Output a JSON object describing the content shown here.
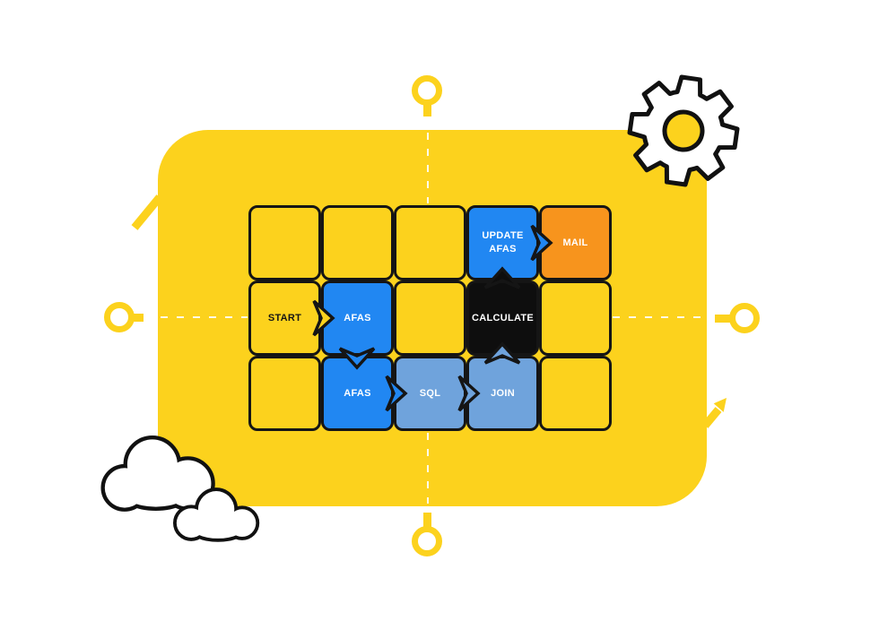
{
  "palette": {
    "background": "#FFFFFF",
    "board_yellow": "#FCD21D",
    "blue": "#2187F2",
    "light_blue": "#6FA3DC",
    "orange": "#F7941D",
    "black": "#0E0E0E",
    "outline": "#151515",
    "white": "#FFFFFF"
  },
  "grid": {
    "rows": 3,
    "cols": 5,
    "cells": [
      {
        "label": "",
        "color": "yellow"
      },
      {
        "label": "",
        "color": "yellow"
      },
      {
        "label": "",
        "color": "yellow"
      },
      {
        "label": "UPDATE AFAS",
        "color": "blue"
      },
      {
        "label": "MAIL",
        "color": "orange"
      },
      {
        "label": "START",
        "color": "yellow"
      },
      {
        "label": "AFAS",
        "color": "blue"
      },
      {
        "label": "",
        "color": "yellow"
      },
      {
        "label": "CALCULATE",
        "color": "black"
      },
      {
        "label": "",
        "color": "yellow"
      },
      {
        "label": "",
        "color": "yellow"
      },
      {
        "label": "AFAS",
        "color": "blue"
      },
      {
        "label": "SQL",
        "color": "light_blue"
      },
      {
        "label": "JOIN",
        "color": "light_blue"
      },
      {
        "label": "",
        "color": "yellow"
      }
    ]
  },
  "connectors": [
    {
      "from": "START",
      "to": "AFAS",
      "direction": "right",
      "color": "yellow"
    },
    {
      "from": "AFAS",
      "to": "AFAS",
      "direction": "down",
      "color": "blue"
    },
    {
      "from": "AFAS",
      "to": "SQL",
      "direction": "right",
      "color": "blue"
    },
    {
      "from": "SQL",
      "to": "JOIN",
      "direction": "right",
      "color": "light_blue"
    },
    {
      "from": "JOIN",
      "to": "CALCULATE",
      "direction": "up",
      "color": "light_blue"
    },
    {
      "from": "CALCULATE",
      "to": "UPDATE AFAS",
      "direction": "up",
      "color": "black"
    },
    {
      "from": "UPDATE AFAS",
      "to": "MAIL",
      "direction": "right",
      "color": "blue"
    }
  ],
  "decorations": {
    "gear": "gear-icon",
    "clouds": [
      "cloud-large",
      "cloud-small"
    ],
    "nodes": [
      "top",
      "right",
      "bottom",
      "left"
    ],
    "diagonal_arrows": [
      "top-left",
      "bottom-right"
    ]
  }
}
